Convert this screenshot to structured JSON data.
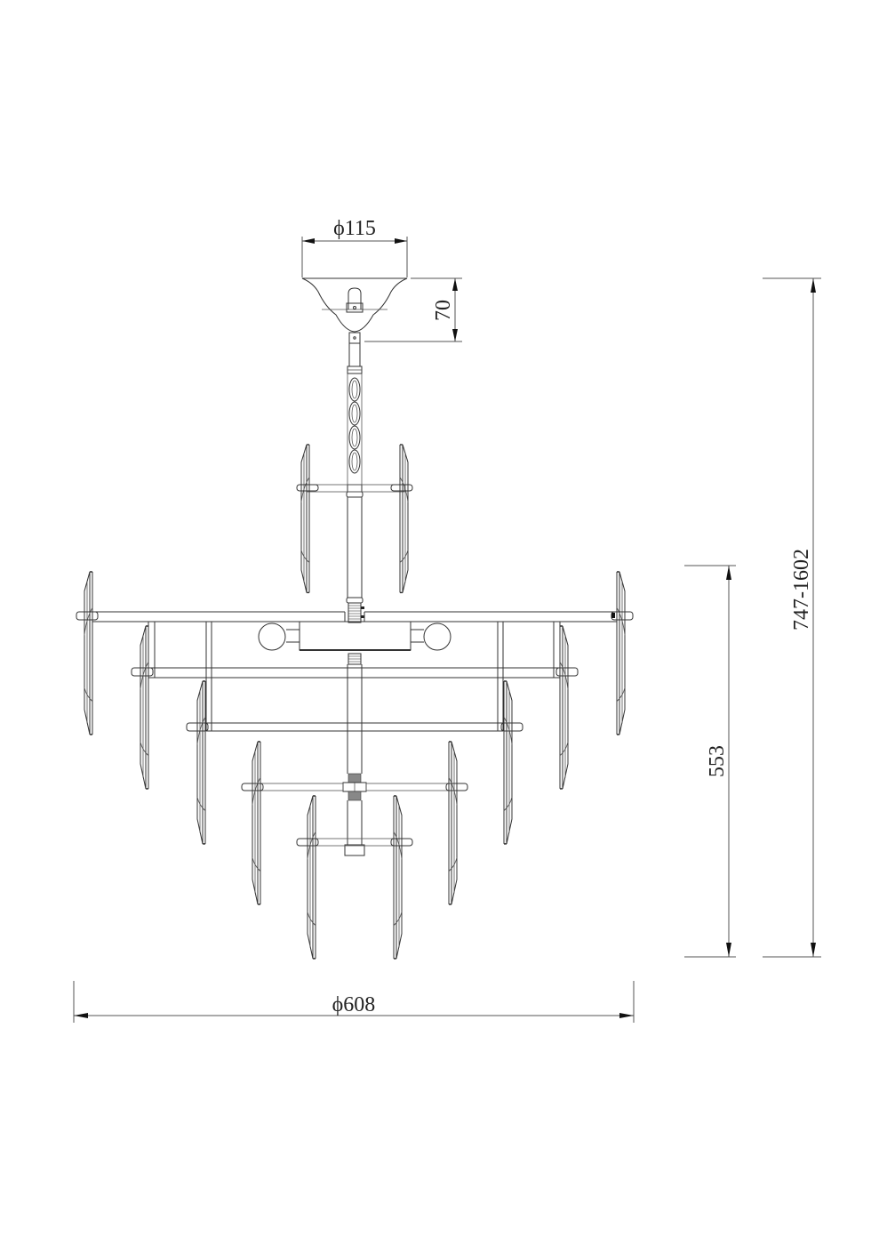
{
  "drawing": {
    "title": "Chandelier technical drawing",
    "line_color": "#333333",
    "background": "#ffffff"
  },
  "dimensions": {
    "canopy_diameter": {
      "label": "ϕ115",
      "value": 115,
      "unit": "mm"
    },
    "canopy_height": {
      "label": "70",
      "value": 70,
      "unit": "mm"
    },
    "body_height": {
      "label": "553",
      "value": 553,
      "unit": "mm"
    },
    "total_height": {
      "label": "747-1602",
      "min": 747,
      "max": 1602,
      "unit": "mm"
    },
    "overall_diameter": {
      "label": "ϕ608",
      "value": 608,
      "unit": "mm"
    }
  }
}
